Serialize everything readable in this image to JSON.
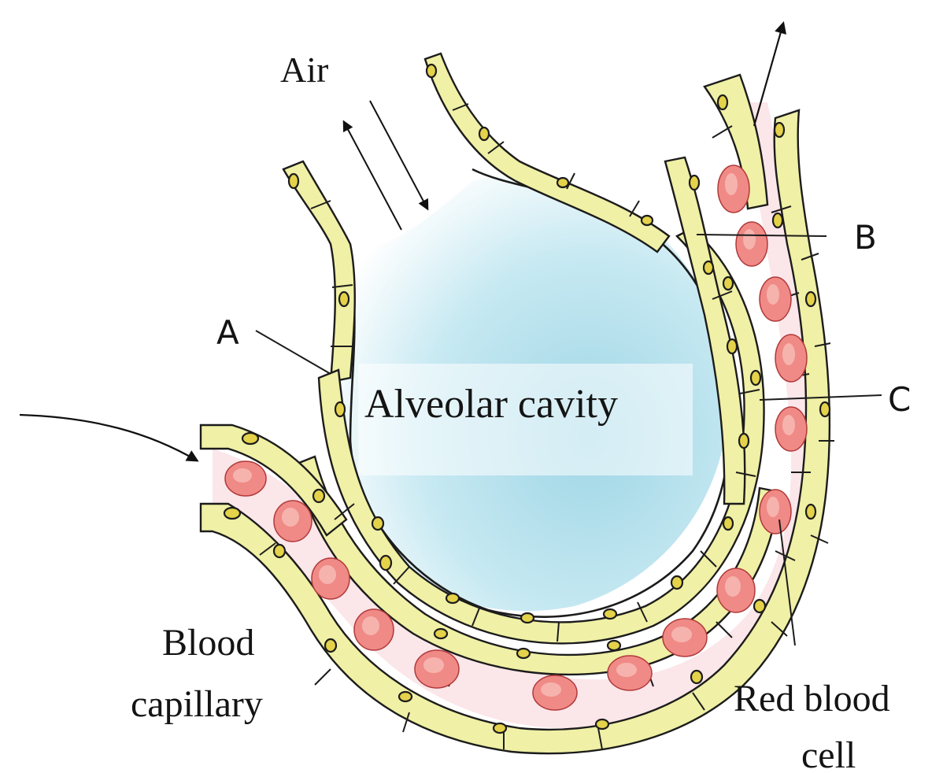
{
  "labels": {
    "air": "Air",
    "a": "A",
    "b": "B",
    "c": "C",
    "cavity": "Alveolar cavity",
    "capillary_line1": "Blood",
    "capillary_line2": "capillary",
    "rbc_line1": "Red blood",
    "rbc_line2": "cell"
  },
  "colors": {
    "cell": "#f0f0a6",
    "nucleus": "#e4d24a",
    "rbc": "#f08a86",
    "cavity": "#b4e0ec",
    "capillary_lumen": "#fbe6ea",
    "outline": "#1c1c1c"
  },
  "icons": [
    "arrow-in-icon",
    "arrow-out-icon",
    "air-flow-arrows-icon"
  ]
}
